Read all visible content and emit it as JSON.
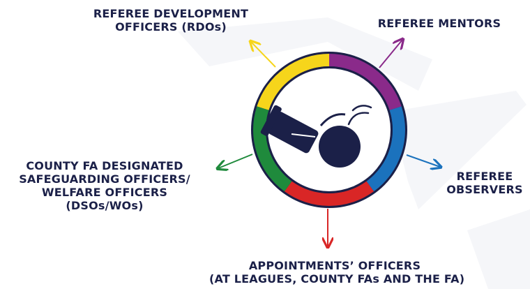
{
  "colors": {
    "text": "#1b2048",
    "watermark": "#f4f5f8",
    "ring_inner": "#ffffff",
    "icon": "#1b2048"
  },
  "center": {
    "icon": "whistle-icon"
  },
  "segments": [
    {
      "name": "rdo",
      "color": "#f6d51b"
    },
    {
      "name": "mentors",
      "color": "#8a2a8a"
    },
    {
      "name": "observers",
      "color": "#1b72bd"
    },
    {
      "name": "appointments",
      "color": "#d92626"
    },
    {
      "name": "safeguarding",
      "color": "#1f8a3c"
    }
  ],
  "labels": {
    "rdo": [
      "REFEREE DEVELOPMENT",
      "OFFICERS (RDOs)"
    ],
    "mentors": [
      "REFEREE MENTORS"
    ],
    "observers": [
      "REFEREE",
      "OBSERVERS"
    ],
    "appointments": [
      "APPOINTMENTS’ OFFICERS",
      "(AT LEAGUES, COUNTY FAs AND THE FA)"
    ],
    "safeguarding": [
      "COUNTY FA DESIGNATED",
      "SAFEGUARDING OFFICERS/",
      "WELFARE OFFICERS",
      "(DSOs/WOs)"
    ]
  }
}
